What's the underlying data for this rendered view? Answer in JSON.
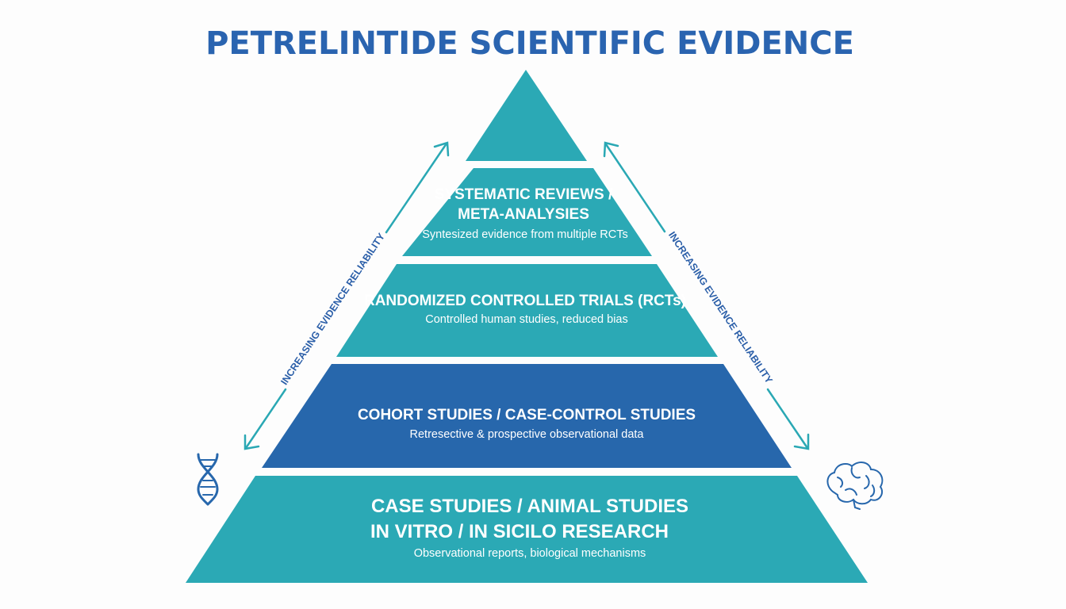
{
  "title": "PETRELINTIDE SCIENTIFIC EVIDENCE",
  "colors": {
    "teal": "#2ba9b5",
    "blue": "#2767ac",
    "title": "#2a64b0",
    "arrow": "#2aa8b4"
  },
  "side_label_left": "INCREASING EVIDENCE RELIABILITY",
  "side_label_right": "INCREASING EVIDENCE RELIABILITY",
  "icons": {
    "left": "dna-icon",
    "right": "brain-icon"
  },
  "tiers": [
    {
      "heading_1": "SYSTEMATIC REVIEWS /",
      "heading_2": "META-ANALYSIES",
      "desc": "Syntesized evidence from multiple RCTs"
    },
    {
      "heading_1": "RANDOMIZED CONTROLLED TRIALS (RCTs)",
      "desc": "Controlled human studies, reduced bias"
    },
    {
      "heading_1": "COHORT STUDIES / CASE-CONTROL STUDIES",
      "desc": "Retresective & prospective observational data"
    },
    {
      "heading_1": "CASE STUDIES / ANIMAL STUDIES",
      "heading_2": "IN VITRO / IN SICILO RESEARCH",
      "desc": "Observational reports, biological mechanisms"
    }
  ]
}
